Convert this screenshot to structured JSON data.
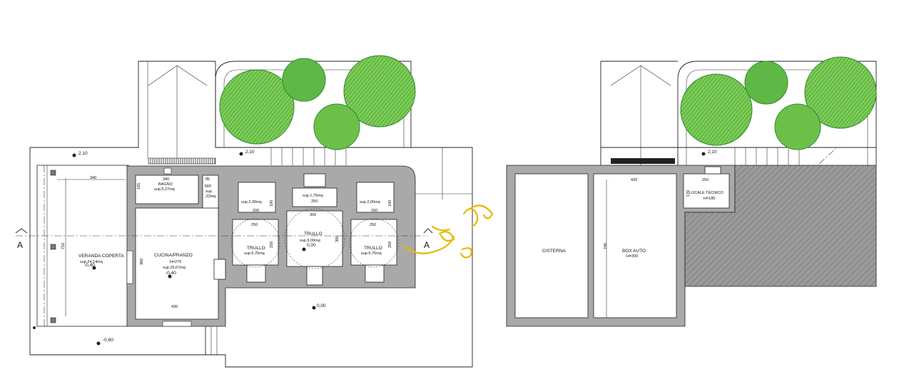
{
  "elevations": {
    "garden_left": "2,10",
    "garden_mid": "2,10",
    "garden_right": "2,10",
    "veranda": "-0,40",
    "kitchen": "-0,40",
    "trullo": "0,00",
    "yard": "0,00",
    "outside": "-0,60"
  },
  "section_marks": {
    "left": "A",
    "right": "A"
  },
  "rooms": {
    "veranda": {
      "name": "VERANDA COPERTA",
      "area": "sup.24,14mq"
    },
    "bagno": {
      "name": "BAGNO",
      "area": "sup.5,27mq"
    },
    "rip": {
      "name": "RIP.",
      "sub": "sup.",
      "area": ",32mq"
    },
    "cucina": {
      "name": "CUCINA/PRANZO",
      "height": "H=270",
      "area": "sup.25,67mq"
    },
    "trullo_left": {
      "name": "TRULLO",
      "area": "sup.6,75mq"
    },
    "trullo_center": {
      "name": "TRULLO",
      "area": "sup.9,00mq"
    },
    "trullo_right": {
      "name": "TRULLO",
      "area": "sup.6,75mq"
    },
    "alcove_left": {
      "area": "sup.2,00mq"
    },
    "alcove_center": {
      "area": "sup.1,75mq"
    },
    "alcove_right": {
      "area": "sup.2,00mq"
    },
    "cisterna": {
      "name": "CISTERNA"
    },
    "box_auto": {
      "name": "BOX AUTO",
      "height": "H=300"
    },
    "locale_tecnico": {
      "name": "LOCALE TECNICO",
      "height": "H=180"
    }
  },
  "dimensions": {
    "veranda_w": "340",
    "veranda_h": "710",
    "bagno_w": "340",
    "bagno_h": "165",
    "rip_w": "85",
    "kitchen_h": "360",
    "kitchen_w": "435",
    "trullo_l_w": "250",
    "trullo_l_h": "250",
    "trullo_c_w": "300",
    "trullo_c_h": "300",
    "trullo_r_w": "250",
    "trullo_r_h": "250",
    "alcove_l_w": "200",
    "alcove_l_h": "100",
    "alcove_c_w": "250",
    "alcove_r_w": "200",
    "alcove_r_h": "100",
    "box_w": "430",
    "box_h": "745",
    "tech_w": "250",
    "tech_h": "170"
  },
  "colors": {
    "wall": "#a9a9a9",
    "tree_dark": "#2f8a2f",
    "tree_light": "#6cc04a",
    "signature": "#e6b800"
  }
}
